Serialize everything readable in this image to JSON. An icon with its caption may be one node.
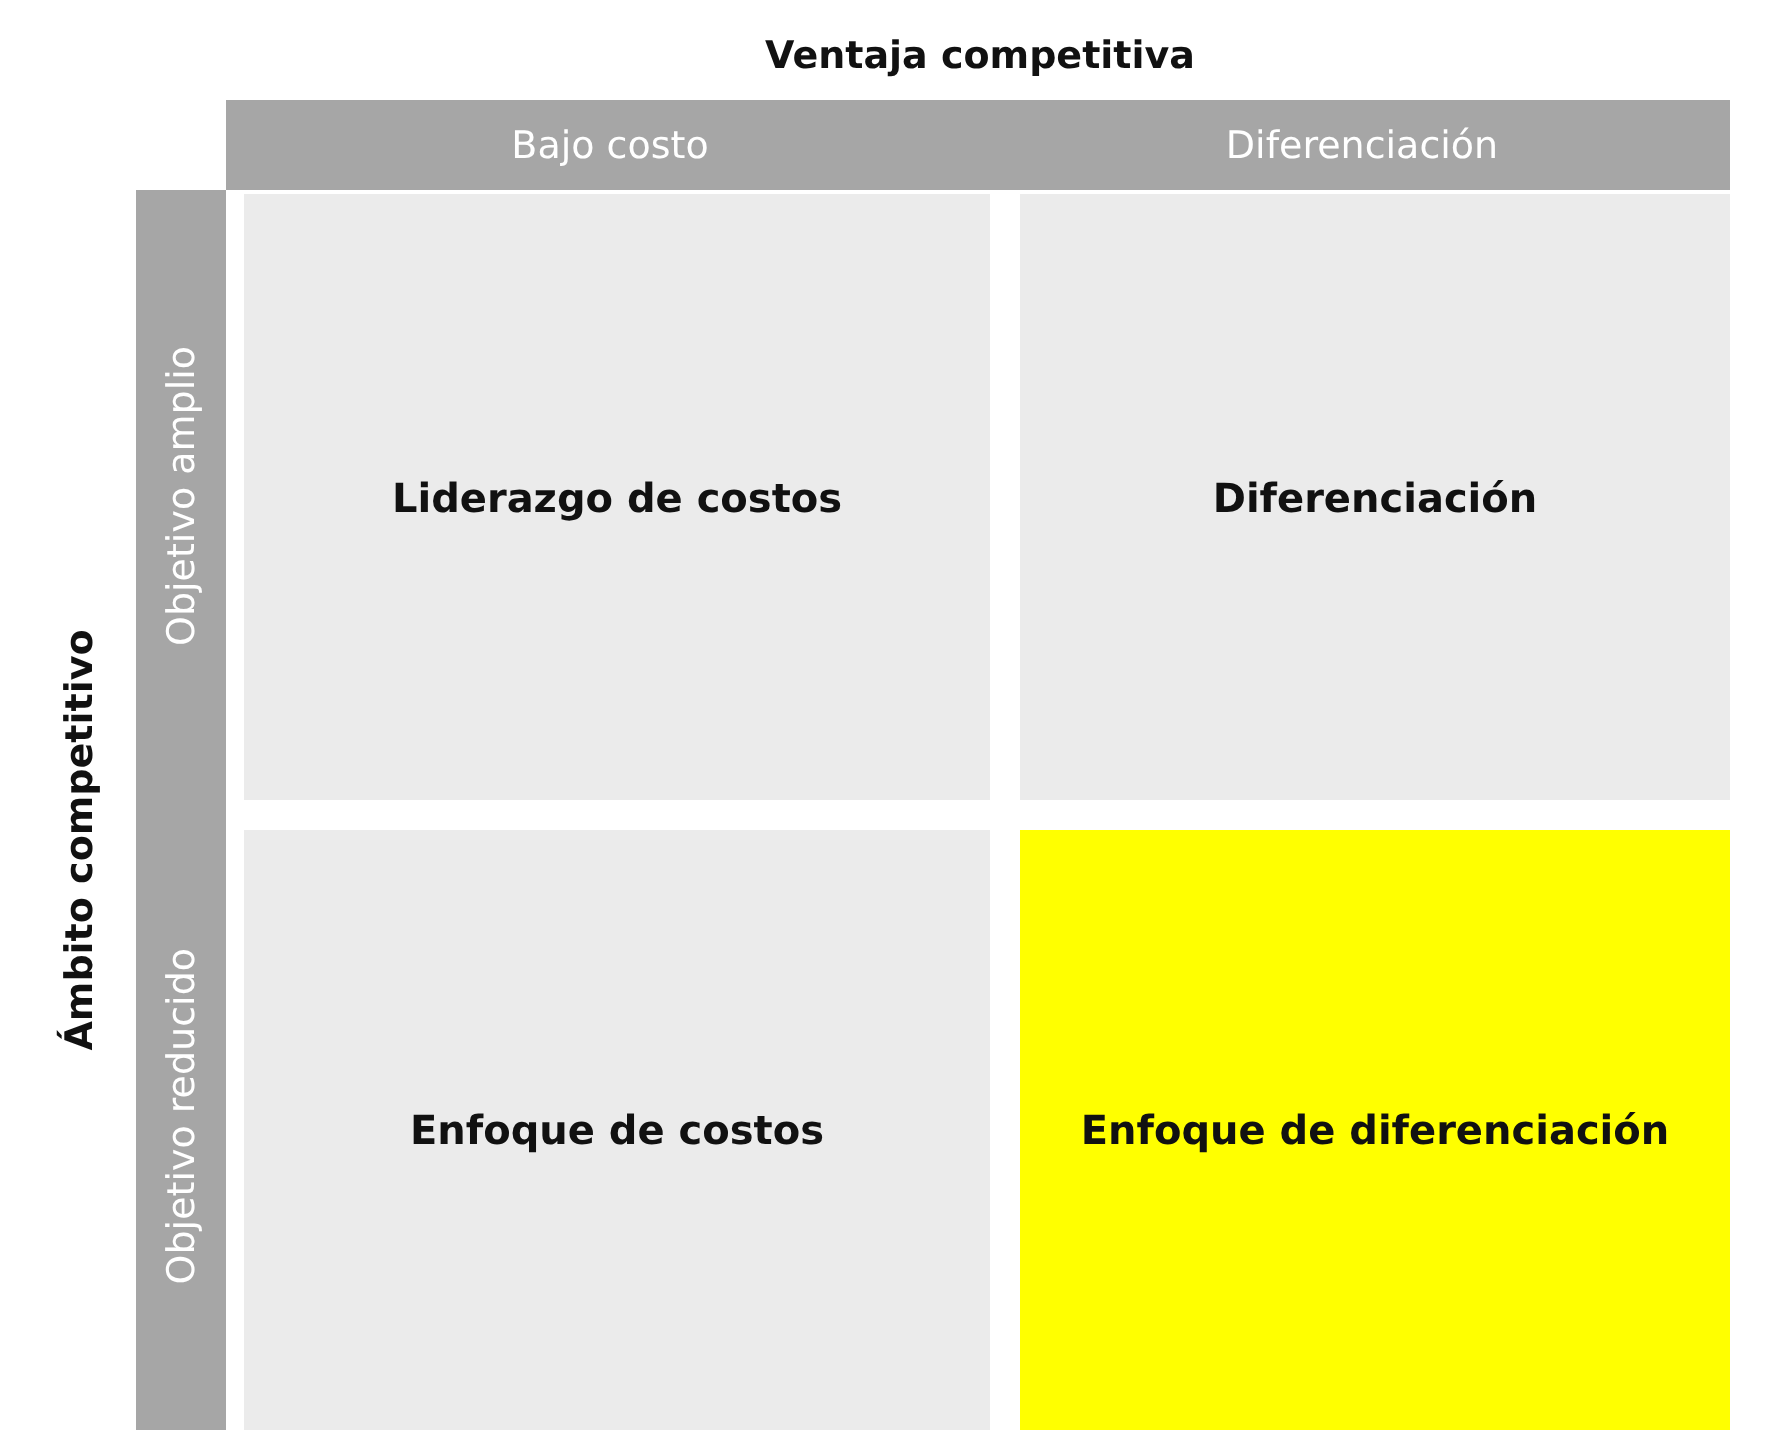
{
  "diagram": {
    "nodes": [
      {
        "text": [
          "Bajo costo"
        ]
      },
      {
        "text": [
          "Diferenciación"
        ]
      },
      {
        "text": [
          "Objetivo amplio"
        ]
      },
      {
        "text": [
          "Liderazgo de costos"
        ]
      },
      {
        "text": [
          "Diferenciación"
        ]
      },
      {
        "text": [
          "Objetivo reducido"
        ]
      },
      {
        "text": [
          "Enfoque de costos"
        ]
      },
      {
        "text": [
          "Enfoque de diferenciación"
        ]
      }
    ],
    "edges": [],
    "labels": [
      "Ventaja competitiva",
      "Ámbito competitivo"
    ]
  }
}
